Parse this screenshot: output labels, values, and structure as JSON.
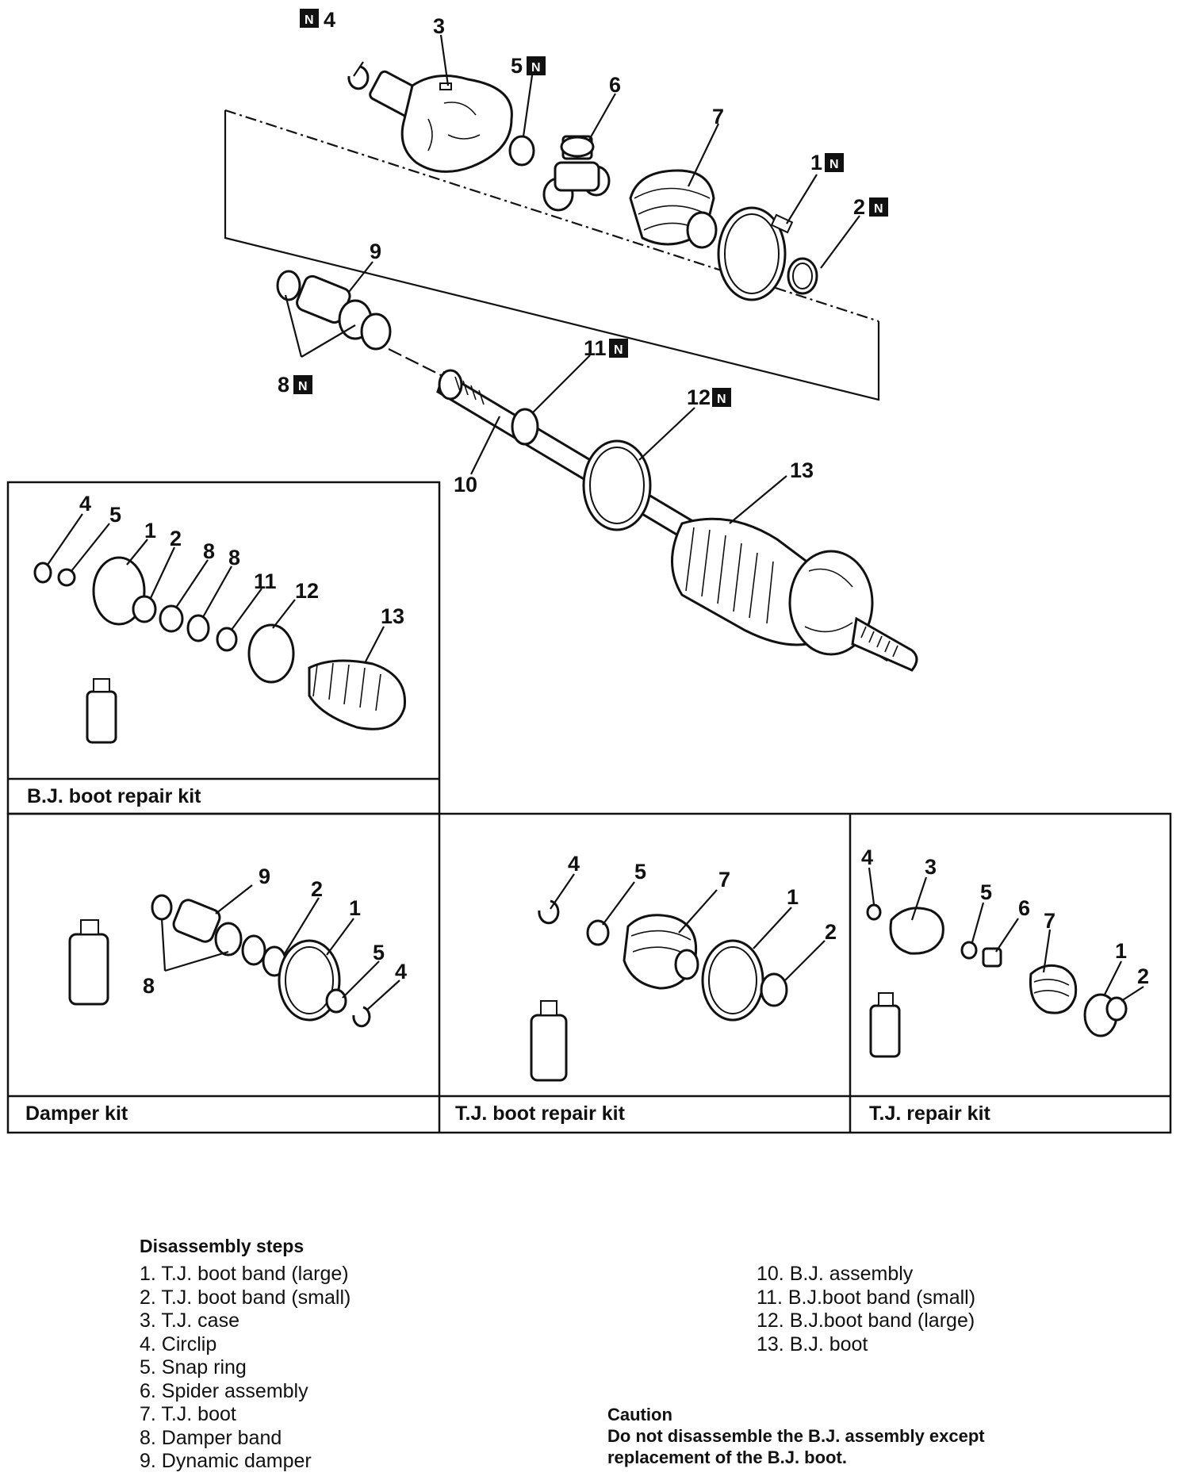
{
  "callouts": {
    "main": {
      "c3": "3",
      "c4": "4",
      "c5": "5",
      "c6": "6",
      "c7": "7",
      "c1": "1",
      "c2": "2",
      "c9": "9",
      "c8": "8",
      "c11": "11",
      "c12": "12",
      "c10": "10",
      "c13": "13"
    },
    "bj_kit": {
      "c4": "4",
      "c5": "5",
      "c1": "1",
      "c2": "2",
      "c8a": "8",
      "c8b": "8",
      "c11": "11",
      "c12": "12",
      "c13": "13"
    },
    "damper_kit": {
      "c9": "9",
      "c2": "2",
      "c1": "1",
      "c5": "5",
      "c4": "4",
      "c8": "8"
    },
    "tj_boot_kit": {
      "c4": "4",
      "c5": "5",
      "c7": "7",
      "c1": "1",
      "c2": "2"
    },
    "tj_repair_kit": {
      "c4": "4",
      "c3": "3",
      "c5": "5",
      "c6": "6",
      "c7": "7",
      "c1": "1",
      "c2": "2"
    },
    "n_badge": "N"
  },
  "kits": {
    "bj_boot": "B.J.  boot  repair  kit",
    "damper": "Damper  kit",
    "tj_boot": "T.J.  boot  repair  kit",
    "tj_repair": "T.J.  repair  kit"
  },
  "disassembly": {
    "title": "Disassembly  steps",
    "steps_col1": [
      "1.  T.J.  boot  band  (large)",
      "2.  T.J.  boot  band  (small)",
      "3.  T.J.  case",
      "4.  Circlip",
      "5.  Snap  ring",
      "6.  Spider  assembly",
      "7.  T.J.  boot",
      "8.  Damper  band",
      "9.  Dynamic  damper"
    ],
    "steps_col2": [
      "10.  B.J.  assembly",
      "11.  B.J.boot  band  (small)",
      "12.  B.J.boot  band  (large)",
      "13.  B.J.  boot"
    ]
  },
  "caution": {
    "title": "Caution",
    "text_line1": "Do  not  disassemble  the  B.J.  assembly  except",
    "text_line2": "replacement  of  the  B.J.  boot."
  }
}
